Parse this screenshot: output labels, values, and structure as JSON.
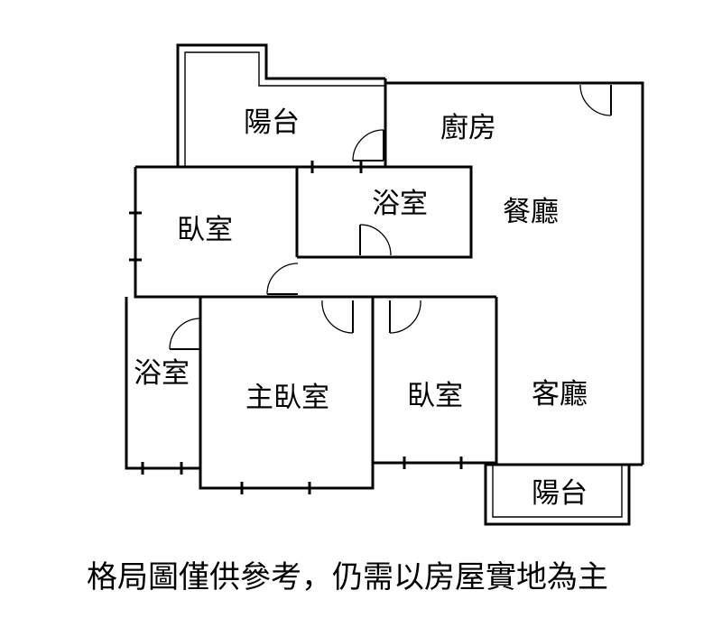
{
  "rooms": {
    "balcony_top": "陽台",
    "kitchen": "廚房",
    "bathroom_center": "浴室",
    "dining": "餐廳",
    "bedroom_left": "臥室",
    "bathroom_left": "浴室",
    "master_bedroom": "主臥室",
    "bedroom_right": "臥室",
    "living_room": "客廳",
    "balcony_bottom": "陽台"
  },
  "disclaimer": "格局圖僅供參考，仍需以房屋實地為主"
}
